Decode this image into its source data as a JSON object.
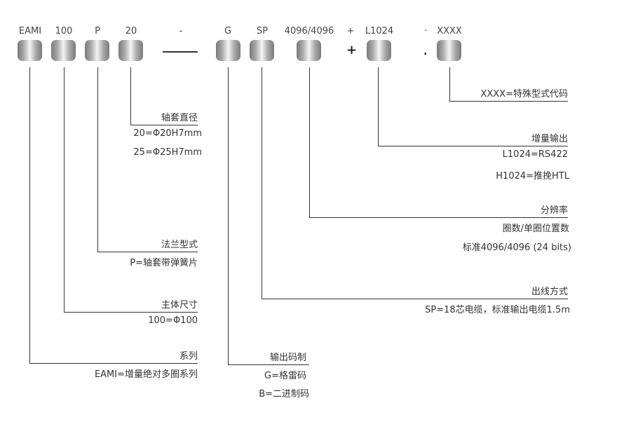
{
  "codes": [
    "EAMI",
    "100",
    "P",
    "20",
    "-",
    "G",
    "SP",
    "4096/4096",
    "+",
    "L1024",
    "·",
    "XXXX"
  ],
  "symbols": {
    "dash": "—",
    "plus": "+",
    "dot": "."
  },
  "sections": {
    "sleeve": {
      "title": "轴套直径",
      "lines": [
        "20=Φ20H7mm",
        "25=Φ25H7mm"
      ]
    },
    "flange": {
      "title": "法兰型式",
      "lines": [
        "P=轴套带弹簧片"
      ]
    },
    "size": {
      "title": "主体尺寸",
      "lines": [
        "100=Φ100"
      ]
    },
    "series": {
      "title": "系列",
      "lines": [
        "EAMI=增量绝对多圈系列"
      ]
    },
    "output_code": {
      "title": "输出码制",
      "lines": [
        "G=格雷码",
        "B=二进制码"
      ]
    },
    "cable": {
      "title": "出线方式",
      "lines": [
        "SP=18芯电缆，标准输出电缆1.5m"
      ]
    },
    "resolution": {
      "title": "分辨率",
      "lines": [
        "圈数/单圈位置数",
        "标准4096/4096 (24 bits)"
      ]
    },
    "incremental": {
      "title": "增量输出",
      "lines": [
        "L1024=RS422",
        "H1024=推挽HTL"
      ]
    },
    "special": {
      "title": "XXXX=特殊型式代码",
      "lines": []
    }
  }
}
